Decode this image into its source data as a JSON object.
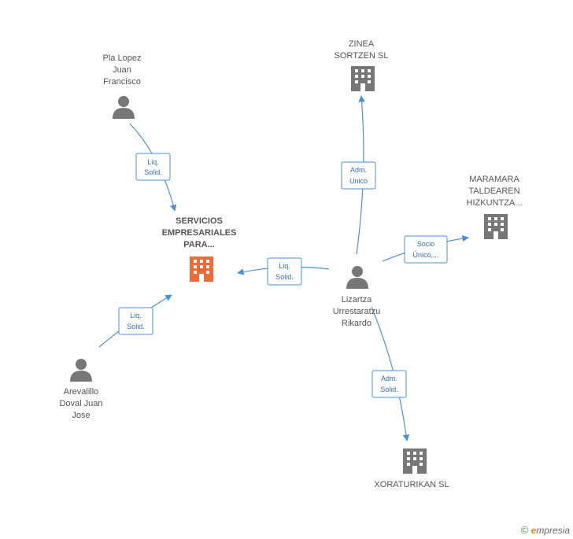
{
  "nodes": {
    "center": {
      "lines": [
        "SERVICIOS",
        "EMPRESARIALES",
        "PARA..."
      ]
    },
    "pla": {
      "lines": [
        "Pla Lopez",
        "Juan",
        "Francisco"
      ]
    },
    "arevalillo": {
      "lines": [
        "Arevalillo",
        "Doval Juan",
        "Jose"
      ]
    },
    "lizartza": {
      "lines": [
        "Lizartza",
        "Urrestaratzu",
        "Rikardo"
      ]
    },
    "zinea": {
      "lines": [
        "ZINEA",
        "SORTZEN SL"
      ]
    },
    "maramara": {
      "lines": [
        "MARAMARA",
        "TALDEAREN",
        "HIZKUNTZA..."
      ]
    },
    "xoraturikan": {
      "lines": [
        "XORATURIKAN SL"
      ]
    }
  },
  "relations": {
    "pla_center": [
      "Liq.",
      "Solid."
    ],
    "arev_center": [
      "Liq.",
      "Solid."
    ],
    "liz_center": [
      "Liq.",
      "Solid."
    ],
    "liz_zinea": [
      "Adm.",
      "Unico"
    ],
    "liz_maramara": [
      "Socio",
      "Único,..."
    ],
    "liz_xora": [
      "Adm.",
      "Solid."
    ]
  },
  "colors": {
    "edge": "#4a90d9",
    "icon": "#777777",
    "main_company": "#f06a35"
  },
  "footer": {
    "copyright": "©",
    "brand_e": "e",
    "brand_rest": "mpresia"
  }
}
